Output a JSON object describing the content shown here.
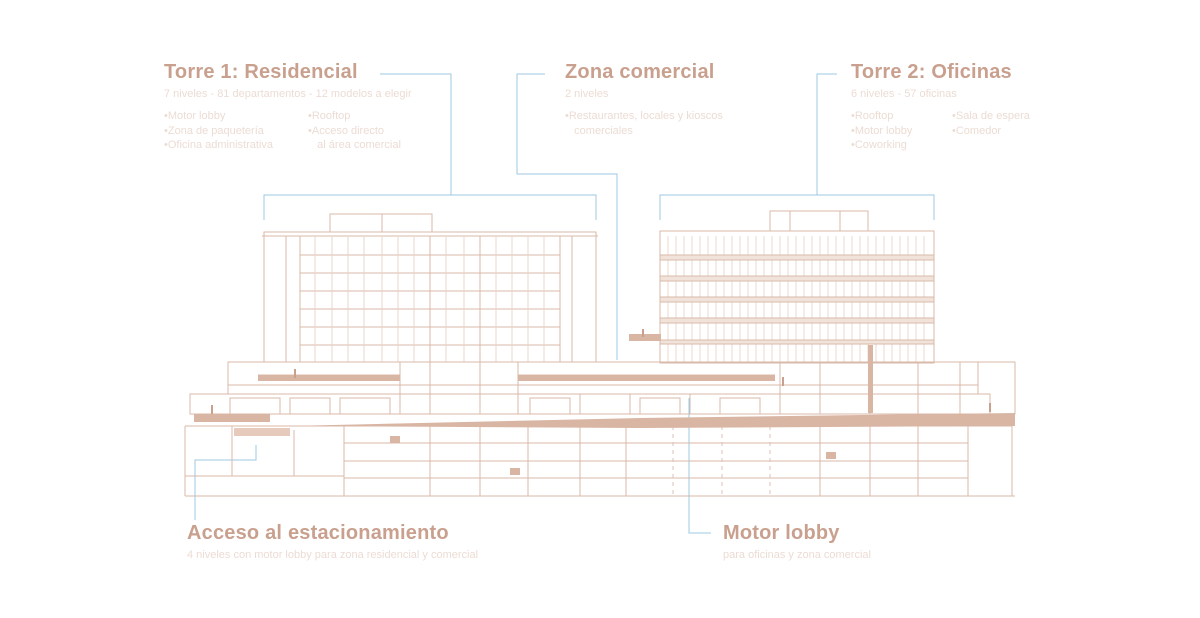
{
  "torre1": {
    "title": "Torre 1: Residencial",
    "subtitle": "7 niveles - 81 departamentos - 12 modelos a elegir",
    "features_col1": [
      "Motor lobby",
      "Zona de paquetería",
      "Oficina administrativa"
    ],
    "features_col2": [
      "Rooftop",
      "Acceso directo"
    ],
    "features_col2_cont": "al área comercial"
  },
  "zona_comercial": {
    "title": "Zona comercial",
    "subtitle": "2 niveles",
    "feature": "Restaurantes, locales y kioscos",
    "feature_cont": "comerciales"
  },
  "torre2": {
    "title": "Torre 2: Oficinas",
    "subtitle": "6 niveles - 57 oficinas",
    "features_col1": [
      "Rooftop",
      "Motor lobby",
      "Coworking"
    ],
    "features_col2": [
      "Sala de espera",
      "Comedor"
    ]
  },
  "estacionamiento": {
    "title": "Acceso al estacionamiento",
    "subtitle": "4 niveles con motor lobby para zona residencial y comercial"
  },
  "motor_lobby": {
    "title": "Motor lobby",
    "subtitle": "para oficinas y zona comercial"
  },
  "colors": {
    "label": "#c9a08e",
    "muted": "#ecdcd4",
    "leader": "#9cc8e0",
    "line": "#d9b9aa",
    "fill": "#d9b5a3"
  }
}
